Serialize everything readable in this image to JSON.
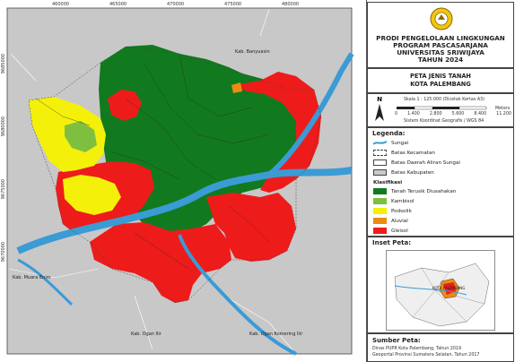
{
  "header": {
    "line1": "PRODI PENGELOLAAN LINGKUNGAN",
    "line2": "PROGRAM PASCASARJANA",
    "line3": "UNIVERSITAS SRIWIJAYA",
    "line4": "TAHUN 2024"
  },
  "map_title": {
    "line1": "PETA JENIS TANAH",
    "line2": "KOTA PALEMBANG"
  },
  "scale": {
    "north": "N",
    "text": "Skala 1 : 125.000 (Dicetak Kertas A3)",
    "ticks": [
      "0",
      "1.400",
      "2.800",
      "5.600",
      "8.400",
      "11.200"
    ],
    "unit": "Meters",
    "system": "Sistem Koordinat Geografis / WGS 84"
  },
  "legend": {
    "title": "Legenda:",
    "items": [
      {
        "label": "Sungai",
        "color": "#3a9bd5"
      },
      {
        "label": "Batas Kecamatan",
        "color": "#ffffff"
      },
      {
        "label": "Batas Daerah Aliran Sungai",
        "color": "#ffffff"
      },
      {
        "label": "Batas Kabupaten",
        "color": "#c8c8c8"
      }
    ],
    "class_title": "Klasifikasi",
    "classes": [
      {
        "label": "Tanah Terusik Diusahakan",
        "color": "#117a1e"
      },
      {
        "label": "Kambisol",
        "color": "#7fbf3f"
      },
      {
        "label": "Podsolik",
        "color": "#f4f00a"
      },
      {
        "label": "Aluvial",
        "color": "#ec8a12"
      },
      {
        "label": "Gleisol",
        "color": "#ee1b1b"
      }
    ]
  },
  "inset": {
    "title": "Inset Peta:",
    "label": "KOTA PALEMBANG"
  },
  "source": {
    "title": "Sumber Peta:",
    "line1": "Dinas PUPR Kota Palembang, Tahun 2019",
    "line2": "Geoportal Provinsi Sumatera Selatan, Tahun 2017"
  },
  "map": {
    "coords_top": [
      "460000",
      "465000",
      "470000",
      "475000",
      "480000"
    ],
    "coords_left": [
      "9685000",
      "9680000",
      "9675000",
      "9670000"
    ],
    "labels": {
      "banyuasin": "Kab. Banyuasin",
      "muara_enim": "Kab. Muara Enim",
      "ogan_ilir": "Kab. Ogan Ilir",
      "ogan_komering": "Kab. Ogan Komering Ilir"
    },
    "colors": {
      "background": "#c8c8c8",
      "river": "#3a9bd5",
      "green": "#117a1e",
      "red": "#ee1b1b",
      "yellow": "#f4f00a",
      "lightgreen": "#7fbf3f",
      "orange": "#ec8a12"
    }
  }
}
